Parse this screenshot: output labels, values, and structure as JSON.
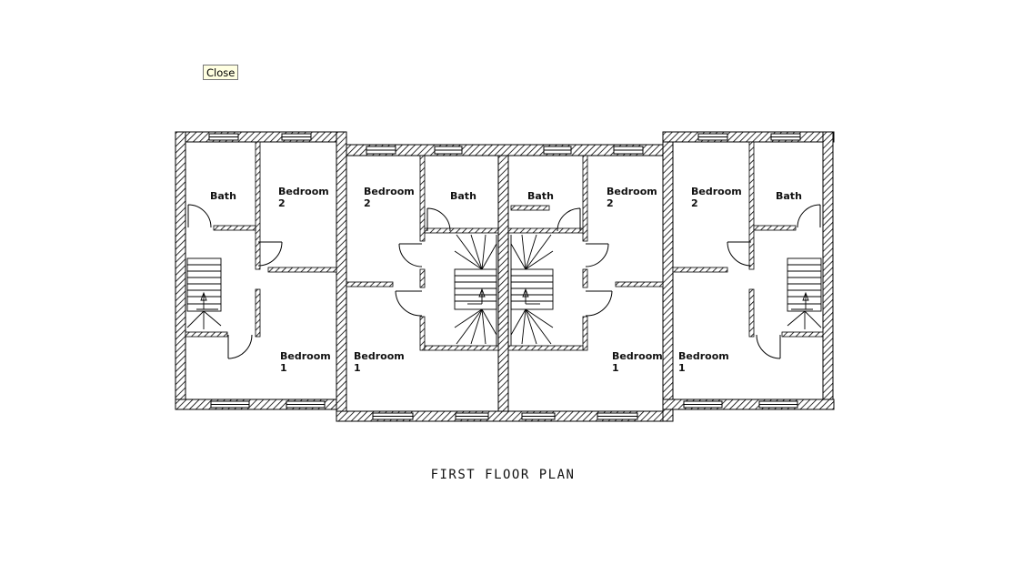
{
  "close_button": {
    "label": "Close"
  },
  "plan_title": "FIRST FLOOR PLAN",
  "rooms": {
    "u1_bath": "Bath",
    "u1_bed2_a": "Bedroom",
    "u1_bed2_b": "2",
    "u1_bed1_a": "Bedroom",
    "u1_bed1_b": "1",
    "u2_bed2_a": "Bedroom",
    "u2_bed2_b": "2",
    "u2_bath": "Bath",
    "u2_bed1_a": "Bedroom",
    "u2_bed1_b": "1",
    "u3_bath": "Bath",
    "u3_bed2_a": "Bedroom",
    "u3_bed2_b": "2",
    "u3_bed1_a": "Bedroom",
    "u3_bed1_b": "1",
    "u4_bed2_a": "Bedroom",
    "u4_bed2_b": "2",
    "u4_bath": "Bath",
    "u4_bed1_a": "Bedroom",
    "u4_bed1_b": "1"
  }
}
